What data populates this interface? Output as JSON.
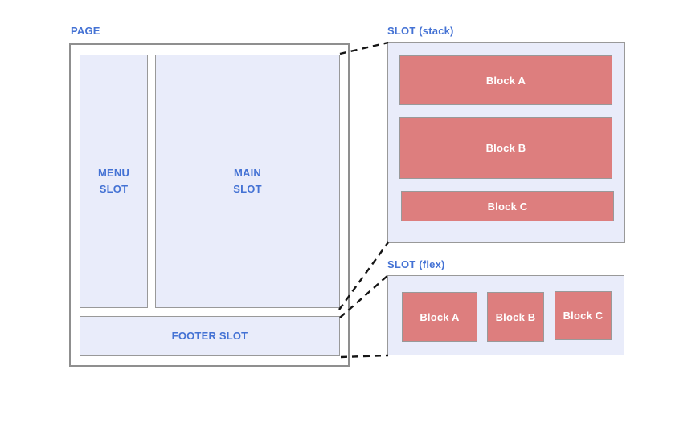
{
  "colors": {
    "accent_blue": "#4472D4",
    "slot_fill": "#E9ECFA",
    "slot_border": "#999999",
    "page_border": "#8F8F8F",
    "block_fill": "#DD7E7E",
    "block_text": "#FFFFFF",
    "connector": "#151515"
  },
  "page": {
    "title": "PAGE",
    "menu_label": "MENU\nSLOT",
    "main_label": "MAIN\nSLOT",
    "footer_label": "FOOTER SLOT"
  },
  "stack_panel": {
    "title": "SLOT (stack)",
    "blocks": [
      "Block A",
      "Block B",
      "Block C"
    ]
  },
  "flex_panel": {
    "title": "SLOT (flex)",
    "blocks": [
      "Block A",
      "Block B",
      "Block C"
    ]
  }
}
